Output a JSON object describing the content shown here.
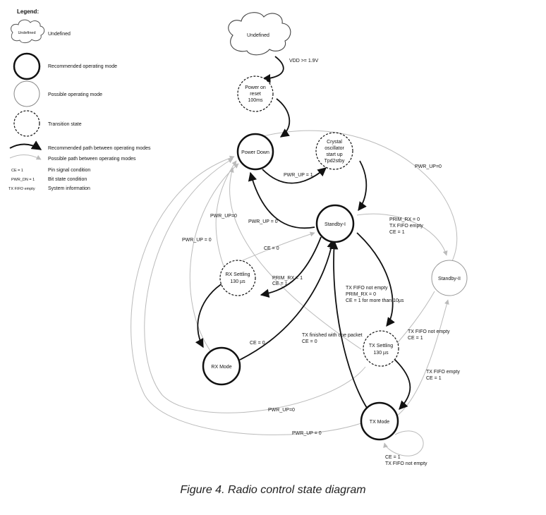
{
  "legend": {
    "title": "Legend:",
    "cloud_text": "Undefined",
    "items": [
      {
        "label": "Undefined"
      },
      {
        "label": "Recommended operating mode"
      },
      {
        "label": "Possible operating mode"
      },
      {
        "label": "Transition state"
      },
      {
        "label": "Recommended path between operating modes"
      },
      {
        "label": "Possible path between operating modes"
      },
      {
        "key": "CE = 1",
        "label": "Pin signal condition"
      },
      {
        "key": "PWR_DN = 1",
        "label": "Bit state condition"
      },
      {
        "key": "TX FIFO empty",
        "label": "System information"
      }
    ]
  },
  "states": {
    "undefined": "Undefined",
    "power_on_reset": [
      "Power on",
      "reset",
      "100ms"
    ],
    "power_down": "Power Down",
    "crystal": [
      "Crystal",
      "oscillator",
      "start up",
      "Tpd2stby"
    ],
    "standby_i": "Standby-I",
    "standby_ii": "Standby-II",
    "rx_settling": [
      "RX Settling",
      "130 µs"
    ],
    "rx_mode": "RX Mode",
    "tx_settling": [
      "TX Settling",
      "130 µs"
    ],
    "tx_mode": "TX Mode"
  },
  "labels": {
    "vdd": "VDD >= 1.9V",
    "pwr_up_1": "PWR_UP = 1",
    "pwr_up_0_standby": "PWR_UP = 0",
    "pwr_up_0_top": "PWR_UP=0",
    "pwr_up_0_rxsettle": "PWR_UP=0",
    "pwr_up_0_rx": "PWR_UP = 0",
    "ce0_rxsettle": "CE = 0",
    "prim_rx_1": [
      "PRIM_RX = 1",
      "CE = 1"
    ],
    "ce0_rxmode": "CE = 0",
    "to_standby_ii": [
      "PRIM_RX = 0",
      "TX FIFO empty",
      "CE = 1"
    ],
    "to_tx_settle": [
      "TX FIFO not empty",
      "PRIM_RX = 0",
      "CE = 1  for more than 10µs"
    ],
    "tx_finished": [
      "TX finished with one packet",
      "CE = 0"
    ],
    "stby2_to_txsettle": [
      "TX FIFO not empty",
      "CE = 1"
    ],
    "txmode_to_stby2": [
      "TX FIFO empty",
      "CE = 1"
    ],
    "pwr_up_0_txsettle": "PWR_UP=0",
    "pwr_up_0_txmode": "PWR_UP = 0",
    "tx_self_loop": [
      "CE = 1",
      "TX FIFO not empty"
    ]
  },
  "caption": "Figure 4. Radio control state diagram"
}
